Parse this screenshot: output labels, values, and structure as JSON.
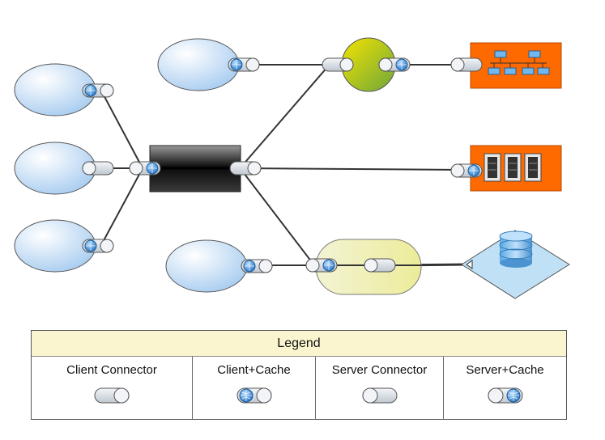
{
  "legend": {
    "title": "Legend",
    "items": [
      {
        "label": "Client Connector",
        "symbol": "client-connector"
      },
      {
        "label": "Client+Cache",
        "symbol": "client-cache"
      },
      {
        "label": "Server Connector",
        "symbol": "server-connector"
      },
      {
        "label": "Server+Cache",
        "symbol": "server-cache"
      }
    ]
  },
  "colors": {
    "client_fill": "#cfe4f8",
    "connector_fill": "#d8dde4",
    "server_fill": "#ff6a00",
    "gateway_fill": "#c8cc2a",
    "proxy_fill": "#f2f2c0",
    "repository_fill": "#bfe0f5",
    "line": "#333333"
  },
  "icons": [
    "globe-icon",
    "network-topology-icon",
    "server-rack-icon",
    "database-icon"
  ]
}
